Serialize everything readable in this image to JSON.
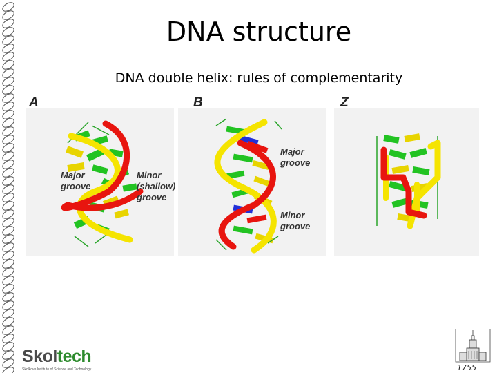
{
  "slide": {
    "title": "DNA structure",
    "subtitle": "DNA double helix: rules of complementarity"
  },
  "panels": [
    {
      "letter": "A",
      "labels": [
        {
          "text_lines": [
            "Major",
            "groove"
          ]
        },
        {
          "text_lines": [
            "Minor",
            "(shallow)",
            "groove"
          ]
        }
      ]
    },
    {
      "letter": "B",
      "labels": [
        {
          "text_lines": [
            "Major",
            "groove"
          ]
        },
        {
          "text_lines": [
            "Minor",
            "groove"
          ]
        }
      ]
    },
    {
      "letter": "Z",
      "labels": []
    }
  ],
  "logo": {
    "part1": "Skol",
    "part2": "tech",
    "caption": "Skolkovo Institute of Science and Technology"
  },
  "msu_emblem": {
    "year": "1755"
  },
  "colors": {
    "strand_red": "#e8150f",
    "strand_yellow": "#f5e400",
    "base_green": "#22c322",
    "base_yellow": "#e8d400",
    "base_blue": "#2230d8",
    "logo_green": "#2e8b2e"
  }
}
